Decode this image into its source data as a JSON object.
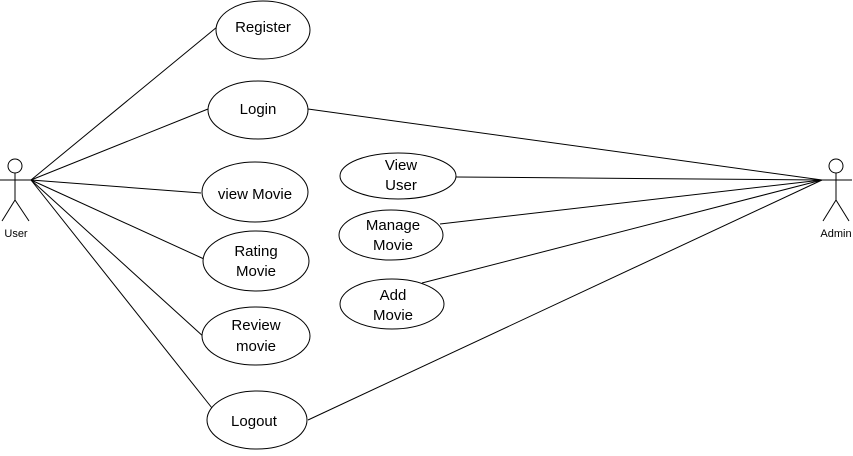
{
  "diagram": {
    "actors": {
      "user": "User",
      "admin": "Admin"
    },
    "use_cases": {
      "register": [
        "Register"
      ],
      "login": [
        "Login"
      ],
      "view_movie": [
        "view Movie"
      ],
      "rating_movie": [
        "Rating",
        "Movie"
      ],
      "review_movie": [
        "Review",
        "movie"
      ],
      "logout": [
        "Logout"
      ],
      "view_user": [
        "View",
        "User"
      ],
      "manage_movie": [
        "Manage",
        "Movie"
      ],
      "add_movie": [
        "Add",
        "Movie"
      ]
    }
  }
}
